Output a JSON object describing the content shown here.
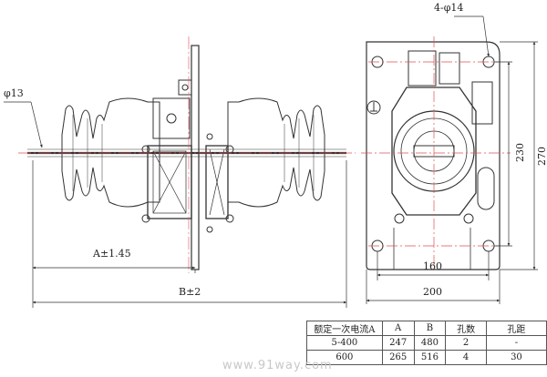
{
  "labels": {
    "hole_dia": "4-φ14",
    "rod_dia": "φ13",
    "dim_a": "A±1.45",
    "dim_b": "B±2",
    "dim_160": "160",
    "dim_200": "200",
    "dim_230": "230",
    "dim_270": "270"
  },
  "table": {
    "headers": [
      "额定一次电流A",
      "A",
      "B",
      "孔数",
      "孔距"
    ],
    "rows": [
      [
        "5-400",
        "247",
        "480",
        "2",
        "-"
      ],
      [
        "600",
        "265",
        "516",
        "4",
        "30"
      ]
    ]
  },
  "watermark": "www.91way.com",
  "colors": {
    "line": "#333333",
    "center_line": "#e05050"
  }
}
